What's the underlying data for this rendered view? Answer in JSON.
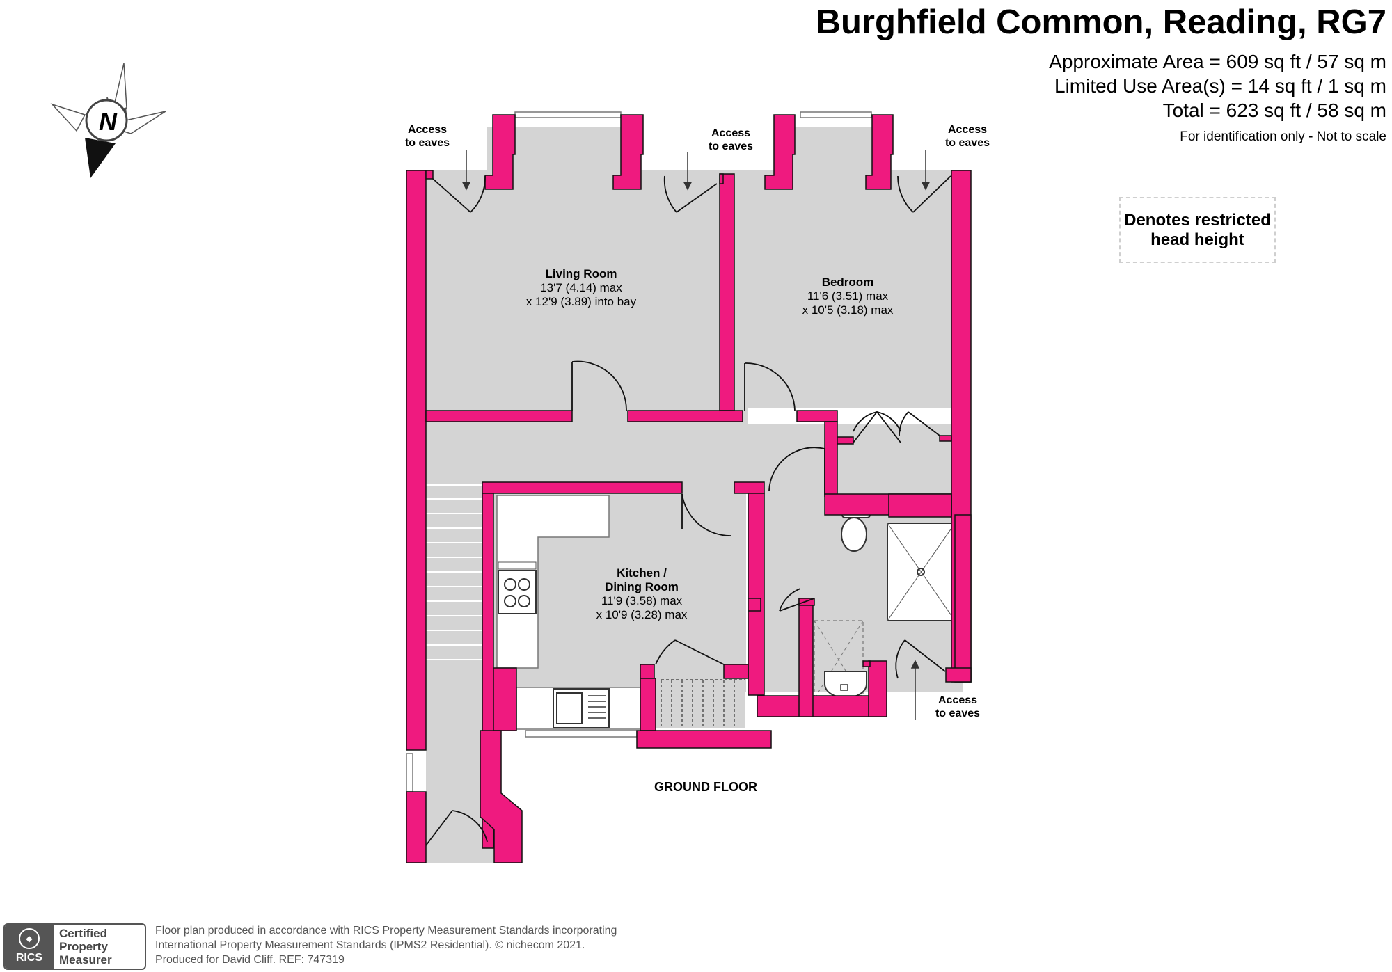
{
  "title": "Burghfield Common, Reading, RG7",
  "areas": [
    "Approximate Area = 609 sq ft / 57 sq m",
    "Limited Use Area(s) = 14 sq ft / 1 sq m",
    "Total = 623 sq ft / 58 sq m"
  ],
  "note": "For identification only - Not to scale",
  "legend": {
    "line1": "Denotes restricted",
    "line2": "head height"
  },
  "compass": {
    "letter": "N"
  },
  "access_label": {
    "line1": "Access",
    "line2": "to eaves"
  },
  "rooms": {
    "living": {
      "name": "Living Room",
      "dim1": "13'7 (4.14) max",
      "dim2": "x 12'9 (3.89) into bay"
    },
    "bedroom": {
      "name": "Bedroom",
      "dim1": "11'6 (3.51) max",
      "dim2": "x 10'5 (3.18) max"
    },
    "kitchen": {
      "name1": "Kitchen /",
      "name2": "Dining Room",
      "dim1": "11'9 (3.58) max",
      "dim2": "x 10'9 (3.28) max"
    }
  },
  "floor_label": "GROUND FLOOR",
  "badge": {
    "brand": "RICS",
    "line1": "Certified",
    "line2": "Property",
    "line3": "Measurer"
  },
  "footer": [
    "Floor plan produced in accordance with RICS Property Measurement Standards incorporating",
    "International Property Measurement Standards (IPMS2 Residential).   © nichecom 2021.",
    "Produced for David Cliff.   REF:  747319"
  ],
  "colors": {
    "wall": "#ef1a7f",
    "floor": "#d4d4d4",
    "fixture": "#ffffff",
    "line": "#000000"
  }
}
